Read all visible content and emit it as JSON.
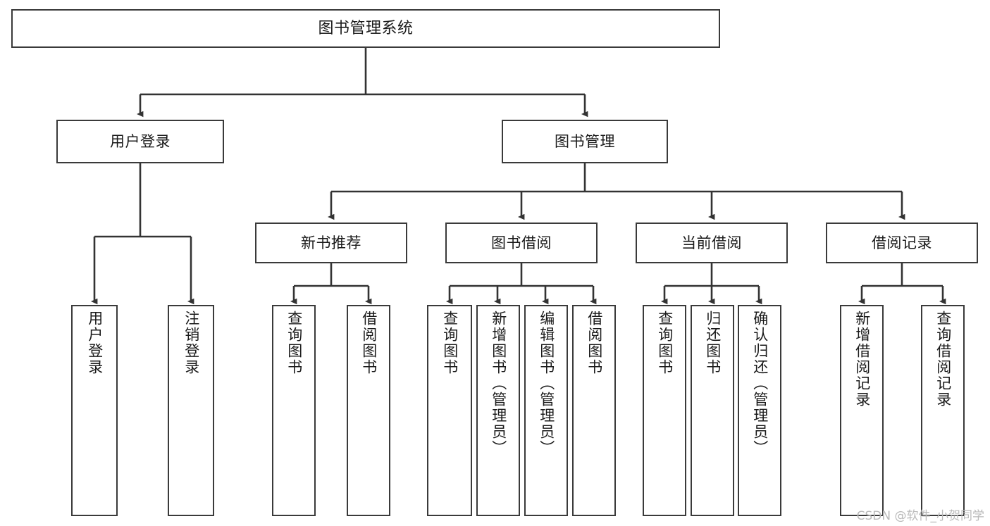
{
  "diagram": {
    "type": "tree-hierarchy",
    "title": "图书管理系统",
    "watermark": "CSDN @软件_小贺同学",
    "colors": {
      "box_border": "#3a3a3a",
      "connector": "#333333",
      "background": "#ffffff",
      "text": "#1a1a1a",
      "watermark": "#b9b9b9"
    },
    "nodes": {
      "root": {
        "label": "图书管理系统"
      },
      "level2": [
        {
          "label": "用户登录"
        },
        {
          "label": "图书管理"
        }
      ],
      "level3": [
        {
          "label": "新书推荐"
        },
        {
          "label": "图书借阅"
        },
        {
          "label": "当前借阅"
        },
        {
          "label": "借阅记录"
        }
      ],
      "leaves": {
        "user_login": [
          {
            "label": "用户登录"
          },
          {
            "label": "注销登录"
          }
        ],
        "new_book_recommend": [
          {
            "label": "查询图书"
          },
          {
            "label": "借阅图书"
          }
        ],
        "book_borrow": [
          {
            "label": "查询图书"
          },
          {
            "label": "新增图书（管理员）"
          },
          {
            "label": "编辑图书（管理员）"
          },
          {
            "label": "借阅图书"
          }
        ],
        "current_borrow": [
          {
            "label": "查询图书"
          },
          {
            "label": "归还图书"
          },
          {
            "label": "确认归还（管理员）"
          }
        ],
        "borrow_record": [
          {
            "label": "新增借阅记录"
          },
          {
            "label": "查询借阅记录"
          }
        ]
      }
    }
  }
}
